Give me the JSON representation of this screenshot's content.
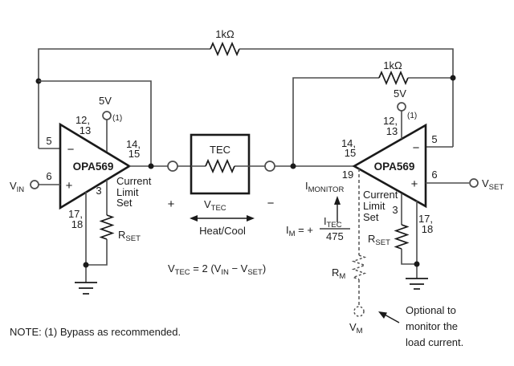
{
  "colors": {
    "wire": "#4d4d4d",
    "component": "#1a1a1a",
    "text": "#1c1c1c",
    "background": "#ffffff"
  },
  "note": "NOTE: (1) Bypass as recommended.",
  "feedback": {
    "r1": "1kΩ",
    "r2": "1kΩ"
  },
  "input_terminal": {
    "main": "V",
    "sub": "IN"
  },
  "set_terminal": {
    "main": "V",
    "sub": "SET"
  },
  "opamp_left": {
    "name": "OPA569",
    "supply": "5V",
    "supply_note": "(1)",
    "minus": "−",
    "plus": "+",
    "pins": {
      "supply_a": "12,",
      "supply_b": "13",
      "inv": "5",
      "noninv": "6",
      "out_a": "14,",
      "out_b": "15",
      "ilim": "3",
      "gnd_a": "17,",
      "gnd_b": "18"
    },
    "ilim_label": [
      "Current",
      "Limit",
      "Set"
    ],
    "rset": {
      "main": "R",
      "sub": "SET"
    }
  },
  "opamp_right": {
    "name": "OPA569",
    "supply": "5V",
    "supply_note": "(1)",
    "minus": "−",
    "plus": "+",
    "pins": {
      "supply_a": "12,",
      "supply_b": "13",
      "inv": "5",
      "noninv": "6",
      "out_a": "14,",
      "out_b": "15",
      "monitor": "19",
      "ilim": "3",
      "gnd_a": "17,",
      "gnd_b": "18"
    },
    "ilim_label": [
      "Current",
      "Limit",
      "Set"
    ],
    "rset": {
      "main": "R",
      "sub": "SET"
    }
  },
  "tec": {
    "label": "TEC",
    "plus": "+",
    "minus": "−",
    "vtec": {
      "main": "V",
      "sub": "TEC"
    },
    "heatcool": "Heat/Cool"
  },
  "formula_vtec": {
    "t1": "V",
    "s1": "TEC",
    "t2": " = 2 (V",
    "s2": "IN",
    "t3": " − V",
    "s3": "SET",
    "t4": ")"
  },
  "formula_im": {
    "t1": "I",
    "s1": "M",
    "t2": " = + ",
    "num": {
      "main": "I",
      "sub": "TEC"
    },
    "den": "475"
  },
  "monitor": {
    "label": {
      "main": "I",
      "sub": "MONITOR"
    },
    "rm": {
      "main": "R",
      "sub": "M"
    },
    "vm": {
      "main": "V",
      "sub": "M"
    },
    "caption": [
      "Optional to",
      "monitor the",
      "load current."
    ]
  }
}
